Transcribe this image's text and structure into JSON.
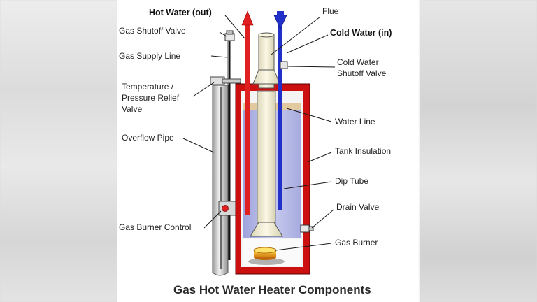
{
  "diagram": {
    "caption": "Gas Hot Water Heater Components",
    "labels": {
      "hot_water_out": "Hot Water (out)",
      "gas_shutoff_valve": "Gas Shutoff Valve",
      "gas_supply_line": "Gas Supply Line",
      "temp_relief_1": "Temperature /",
      "temp_relief_2": "Pressure Relief",
      "temp_relief_3": "Valve",
      "overflow_pipe": "Overflow Pipe",
      "gas_burner_control": "Gas Burner Control",
      "flue": "Flue",
      "cold_water_in": "Cold Water (in)",
      "cold_shutoff_1": "Cold Water",
      "cold_shutoff_2": "Shutoff Valve",
      "water_line": "Water Line",
      "tank_insulation": "Tank Insulation",
      "dip_tube": "Dip Tube",
      "drain_valve": "Drain Valve",
      "gas_burner": "Gas Burner"
    },
    "colors": {
      "hot": "#e02020",
      "cold": "#2030c8",
      "tank_shell": "#cc1010",
      "water": "#b9bde6",
      "flue": "#f3efd6",
      "pipe": "#d0d0d0"
    }
  }
}
